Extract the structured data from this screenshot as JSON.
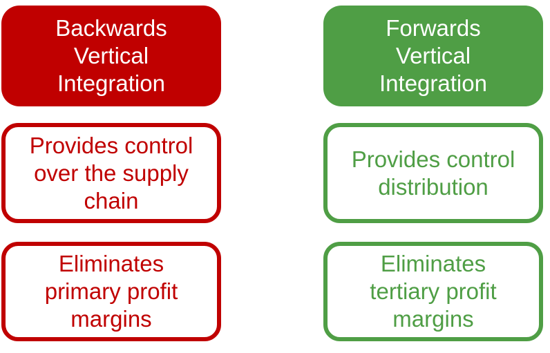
{
  "colors": {
    "red": "#c00000",
    "green": "#4f9e45",
    "background": "#ffffff",
    "header_text": "#ffffff"
  },
  "columns": [
    {
      "id": "backwards-vertical-integration",
      "accent": "#c00000",
      "header": {
        "text": "Backwards Vertical Integration",
        "lines": [
          "Backwards",
          "Vertical",
          "Integration"
        ]
      },
      "boxes": [
        {
          "text": "Provides control over the supply chain",
          "lines": [
            "Provides control",
            "over the supply",
            "chain"
          ]
        },
        {
          "text": "Eliminates primary profit margins",
          "lines": [
            "Eliminates",
            "primary profit",
            "margins"
          ]
        }
      ]
    },
    {
      "id": "forwards-vertical-integration",
      "accent": "#4f9e45",
      "header": {
        "text": "Forwards Vertical Integration",
        "lines": [
          "Forwards",
          "Vertical",
          "Integration"
        ]
      },
      "boxes": [
        {
          "text": "Provides control distribution",
          "lines": [
            "Provides control",
            "distribution"
          ]
        },
        {
          "text": "Eliminates tertiary profit margins",
          "lines": [
            "Eliminates",
            "tertiary profit",
            "margins"
          ]
        }
      ]
    }
  ]
}
